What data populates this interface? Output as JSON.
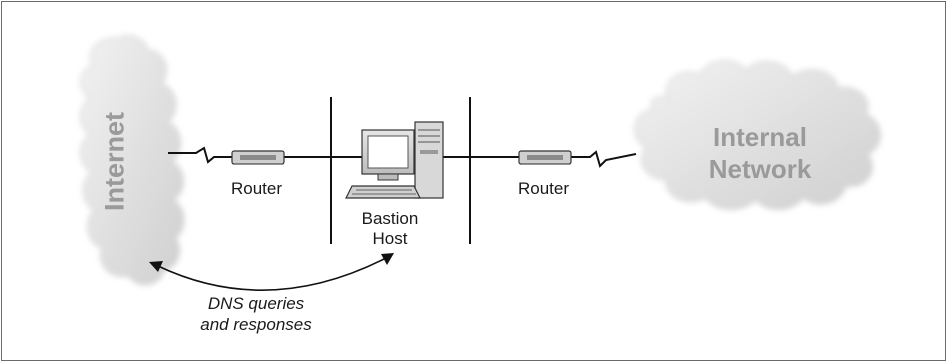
{
  "diagram": {
    "internet_label": "Internet",
    "internal_label_line1": "Internal",
    "internal_label_line2": "Network",
    "router_left_label": "Router",
    "router_right_label": "Router",
    "bastion_line1": "Bastion",
    "bastion_line2": "Host",
    "dns_line1": "DNS queries",
    "dns_line2": "and responses"
  }
}
